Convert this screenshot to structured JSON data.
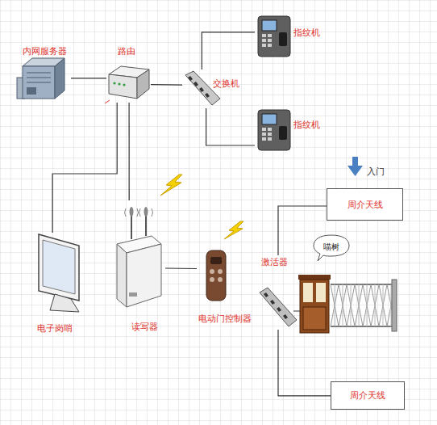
{
  "diagram": {
    "nodes": [
      {
        "text": [
          "内网服务器"
        ]
      },
      {
        "text": [
          "路由"
        ]
      },
      {
        "text": [
          "交换机"
        ]
      },
      {
        "text": [
          "指纹机"
        ]
      },
      {
        "text": [
          "指纹机"
        ]
      },
      {
        "text": [
          "周介天线"
        ]
      },
      {
        "text": [
          "电子岗哨"
        ]
      },
      {
        "text": [
          "读写器"
        ]
      },
      {
        "text": [
          "电动门控制器"
        ]
      },
      {
        "text": [
          "喵树"
        ]
      },
      {
        "text": [
          "激活器"
        ]
      },
      {
        "text": [
          "周介天线"
        ]
      }
    ],
    "edges": [
      {
        "from": 0,
        "to": 1,
        "arrow": "none"
      },
      {
        "from": 1,
        "to": 2,
        "arrow": "none"
      },
      {
        "from": 2,
        "to": 3,
        "arrow": "none"
      },
      {
        "from": 2,
        "to": 4,
        "arrow": "none"
      },
      {
        "from": 1,
        "to": 6,
        "arrow": "none"
      },
      {
        "from": 1,
        "to": 7,
        "arrow": "none"
      },
      {
        "from": 7,
        "to": 8,
        "arrow": "none"
      },
      {
        "from": 10,
        "to": 5,
        "arrow": "none"
      },
      {
        "from": 10,
        "to": 11,
        "arrow": "none"
      }
    ],
    "labels": [
      "入门"
    ]
  }
}
